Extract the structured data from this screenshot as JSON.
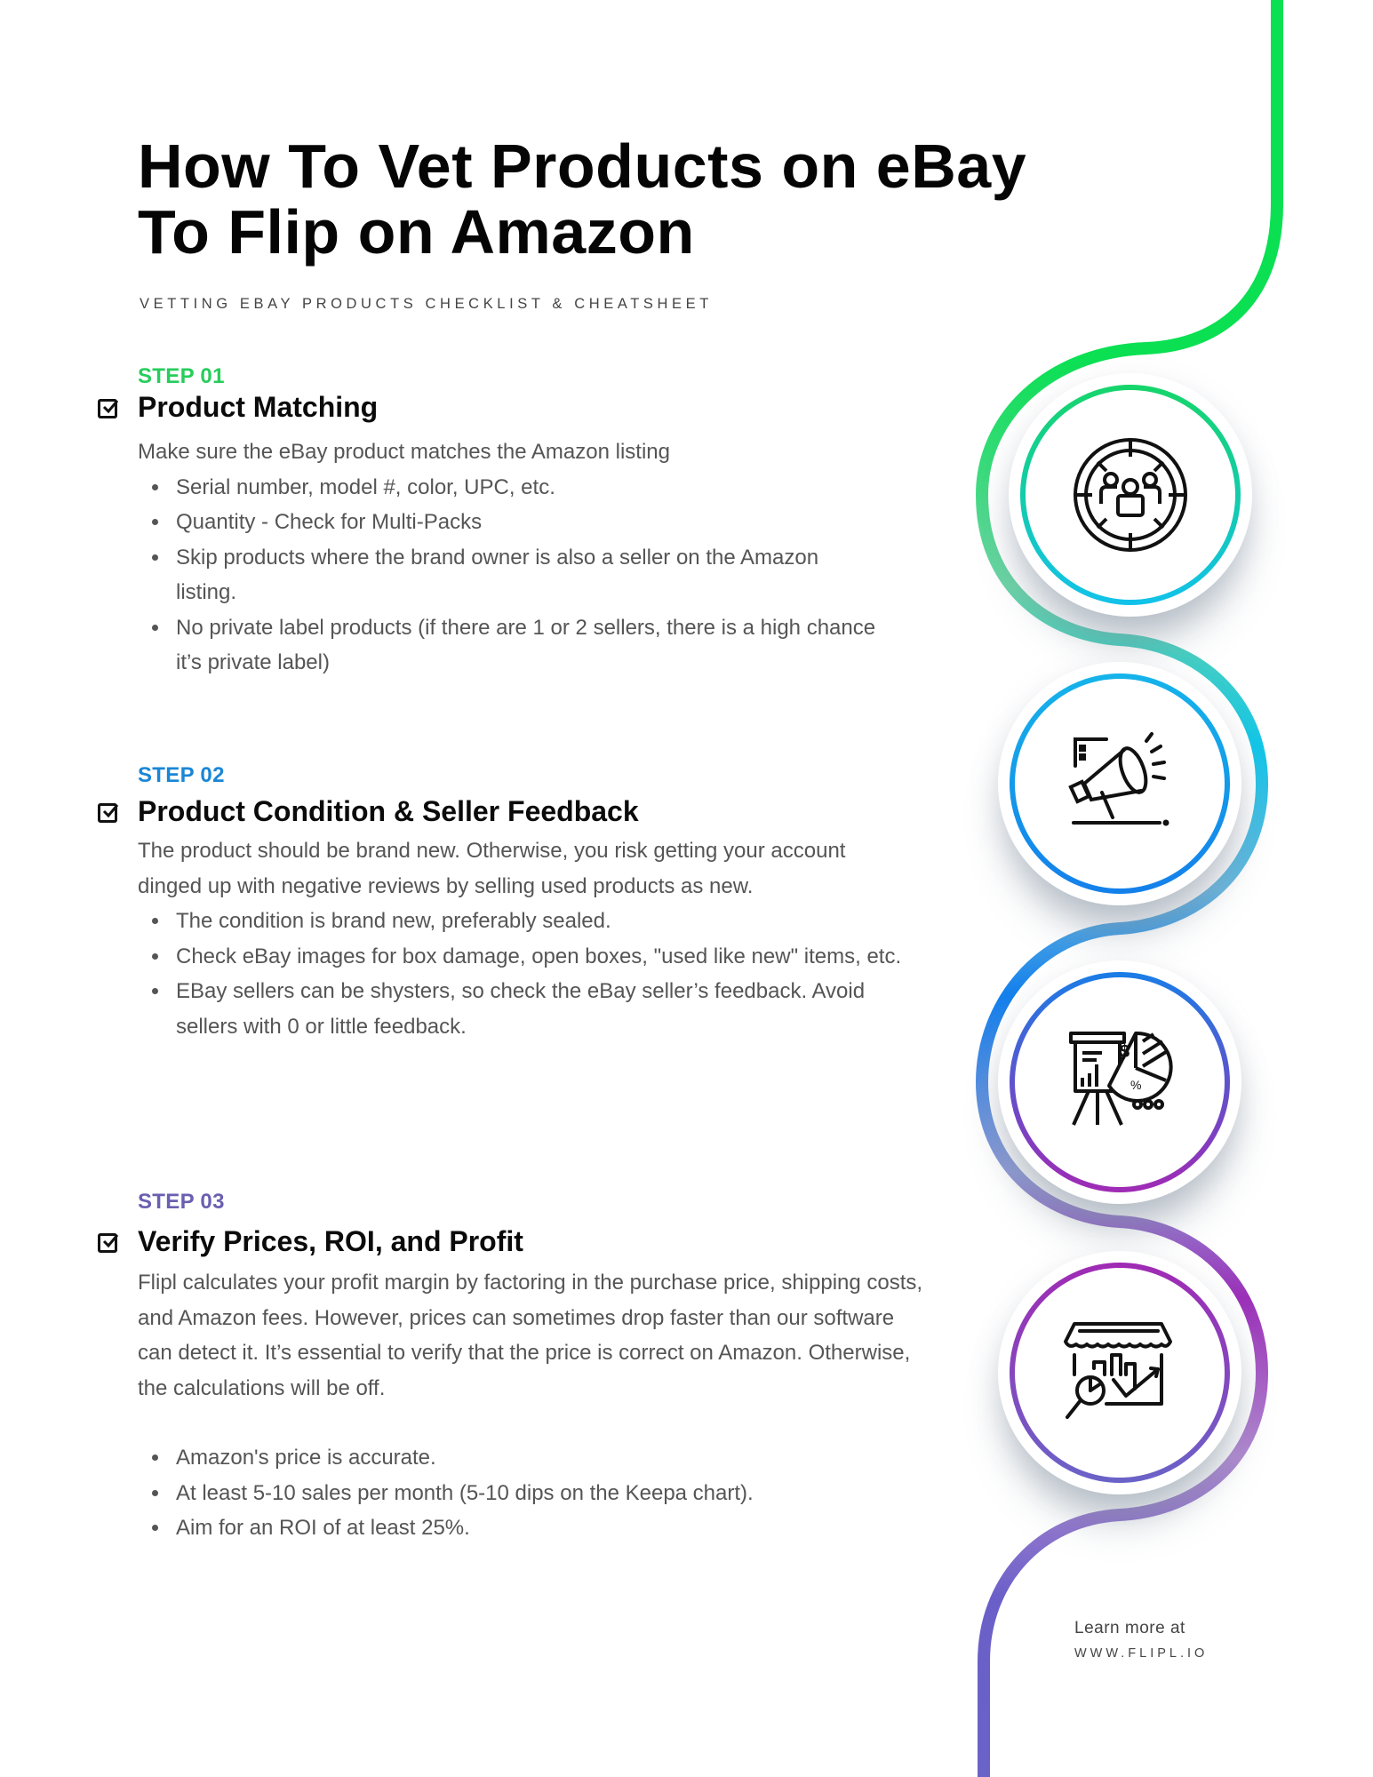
{
  "header": {
    "title_line1": "How To Vet Products on eBay",
    "title_line2": "To Flip on Amazon",
    "subtitle": "VETTING EBAY PRODUCTS CHECKLIST & CHEATSHEET"
  },
  "colors": {
    "step1": "#27cd5c",
    "step2": "#1a86d6",
    "step3": "#6a5fb0",
    "path_green": "#0ae052",
    "path_cyan": "#12c6e8",
    "path_blue": "#1380ec",
    "path_purple": "#9b30b8",
    "path_indigo": "#6a63c8"
  },
  "steps": [
    {
      "label": "STEP 01",
      "heading": "Product Matching",
      "intro": "Make sure the eBay product matches the Amazon listing",
      "bullets": [
        "Serial number, model #, color, UPC, etc.",
        "Quantity - Check for Multi-Packs",
        "Skip products where the brand owner is also a seller on the Amazon listing.",
        "No private label products (if there are 1 or 2 sellers, there is a high chance it’s private label)"
      ],
      "icon": "target-audience-icon"
    },
    {
      "label": "STEP 02",
      "heading": "Product Condition & Seller Feedback",
      "intro": "The product should be brand new. Otherwise, you risk getting your account dinged up with negative reviews by selling used products as new.",
      "bullets": [
        "The condition is brand new, preferably sealed.",
        "Check eBay images for box damage, open boxes, \"used like new\" items, etc.",
        "EBay sellers can be shysters, so check the eBay seller’s feedback. Avoid sellers with 0 or little feedback."
      ],
      "icon": "megaphone-icon"
    },
    {
      "label": "STEP 03",
      "heading": "Verify Prices, ROI, and Profit",
      "intro": "Flipl calculates your profit margin by factoring in the purchase price, shipping costs, and Amazon fees. However, prices can sometimes drop faster than our software can detect it. It’s essential to verify that the price is correct on Amazon. Otherwise, the calculations will be off.",
      "bullets": [
        "Amazon's price is accurate.",
        "At least 5-10 sales per month (5-10 dips on the Keepa chart).",
        "Aim for an ROI of at least 25%."
      ],
      "icon": "presentation-chart-icon"
    }
  ],
  "fourth_icon": "store-analytics-icon",
  "footer": {
    "learn_more": "Learn more at",
    "url": "WWW.FLIPL.IO"
  }
}
